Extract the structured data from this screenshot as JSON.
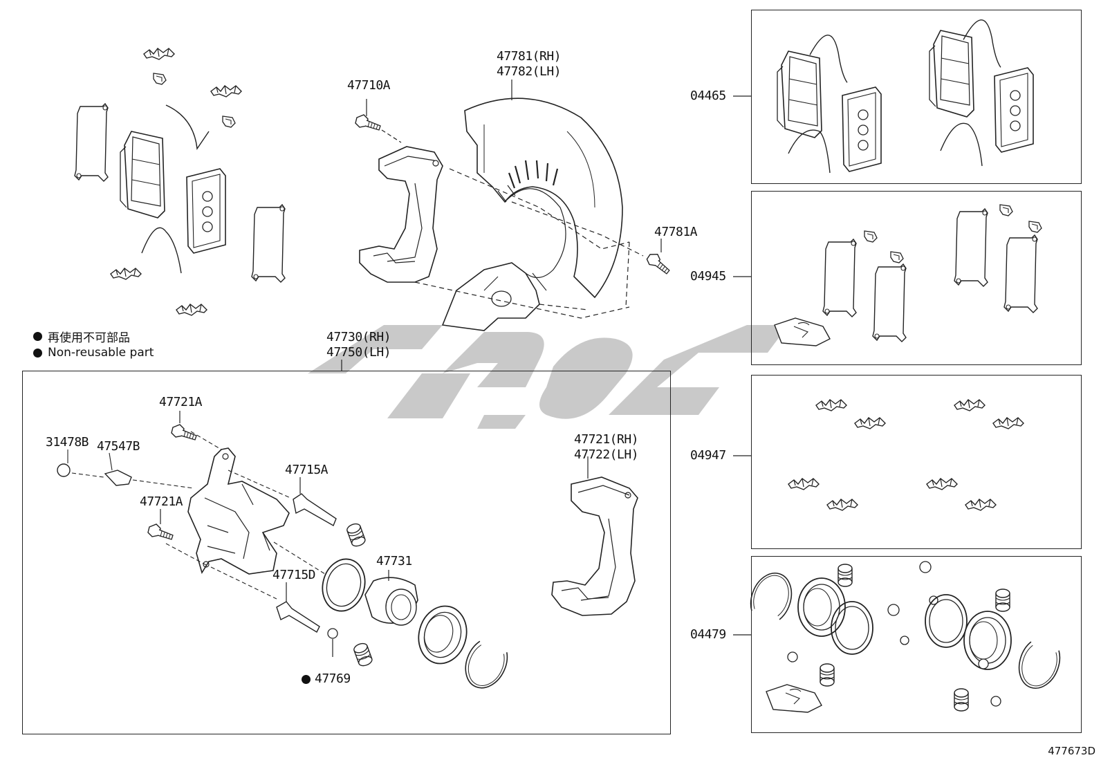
{
  "legend": {
    "jp": "再使用不可部品",
    "en": "Non-reusable part"
  },
  "parts": {
    "p47781_rh": "47781(RH)",
    "p47782_lh": "47782(LH)",
    "p47710A": "47710A",
    "p47781A": "47781A",
    "p47730_rh": "47730(RH)",
    "p47750_lh": "47750(LH)",
    "p47721A_top": "47721A",
    "p31478B": "31478B",
    "p47547B": "47547B",
    "p47721A_mid": "47721A",
    "p47715A": "47715A",
    "p47715D": "47715D",
    "p47731": "47731",
    "p47769": "47769",
    "p47721_rh": "47721(RH)",
    "p47722_lh": "47722(LH)"
  },
  "kits": {
    "k04465": "04465",
    "k04945": "04945",
    "k04947": "04947",
    "k04479": "04479"
  },
  "figure_id": "477673D",
  "colors": {
    "line": "#222222",
    "watermark": "#c8c8c8"
  }
}
